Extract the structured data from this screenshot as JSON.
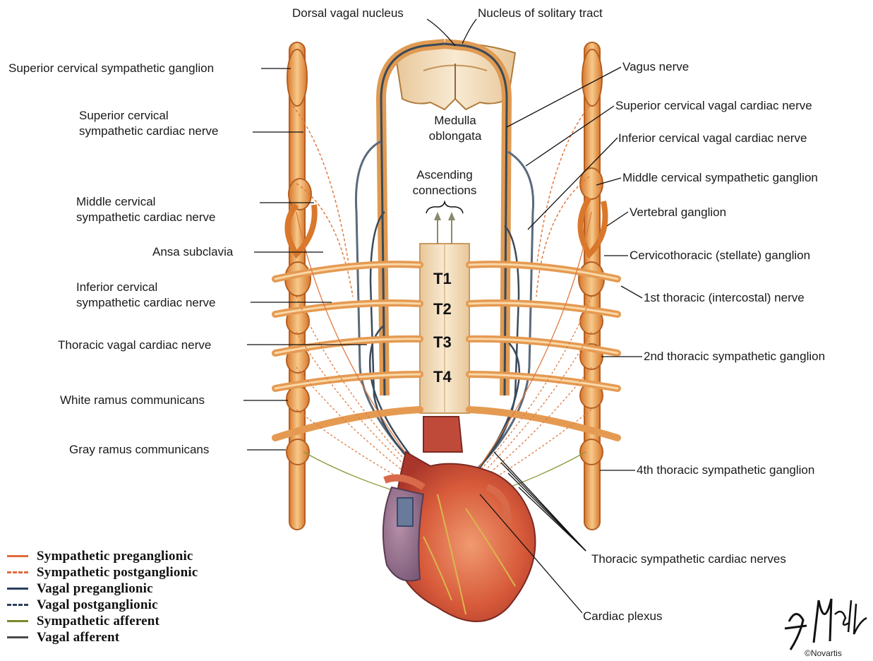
{
  "diagram": {
    "labels": {
      "dorsal_vagal_nucleus": "Dorsal vagal nucleus",
      "nucleus_solitary_tract": "Nucleus of solitary tract",
      "superior_cervical_ganglion": "Superior cervical sympathetic ganglion",
      "superior_cervical_cardiac_nerve": "Superior cervical\nsympathetic cardiac nerve",
      "middle_cervical_cardiac_nerve": "Middle cervical\nsympathetic cardiac nerve",
      "ansa_subclavia": "Ansa subclavia",
      "inferior_cervical_cardiac_nerve": "Inferior cervical\nsympathetic cardiac nerve",
      "thoracic_vagal_cardiac_nerve": "Thoracic vagal cardiac nerve",
      "white_ramus": "White ramus communicans",
      "gray_ramus": "Gray ramus communicans",
      "vagus_nerve": "Vagus nerve",
      "superior_cervical_vagal_cardiac_nerve": "Superior cervical vagal cardiac nerve",
      "inferior_cervical_vagal_cardiac_nerve": "Inferior cervical vagal cardiac nerve",
      "middle_cervical_ganglion": "Middle cervical sympathetic ganglion",
      "vertebral_ganglion": "Vertebral ganglion",
      "stellate_ganglion": "Cervicothoracic (stellate) ganglion",
      "first_thoracic_nerve": "1st thoracic (intercostal) nerve",
      "second_thoracic_ganglion": "2nd thoracic sympathetic ganglion",
      "fourth_thoracic_ganglion": "4th thoracic sympathetic ganglion",
      "thoracic_sympathetic_cardiac_nerves": "Thoracic sympathetic cardiac nerves",
      "cardiac_plexus": "Cardiac plexus",
      "medulla": "Medulla\noblongata",
      "ascending": "Ascending\nconnections"
    },
    "segments": [
      "T1",
      "T2",
      "T3",
      "T4"
    ]
  },
  "legend": [
    {
      "label": "Sympathetic preganglionic",
      "color": "#e06a3a",
      "style": "solid"
    },
    {
      "label": "Sympathetic postganglionic",
      "color": "#e06a3a",
      "style": "dashed"
    },
    {
      "label": "Vagal preganglionic",
      "color": "#2b3f5c",
      "style": "solid"
    },
    {
      "label": "Vagal postganglionic",
      "color": "#2b3f5c",
      "style": "dashed"
    },
    {
      "label": "Sympathetic afferent",
      "color": "#7a8a2a",
      "style": "solid"
    },
    {
      "label": "Vagal afferent",
      "color": "#4a4a4a",
      "style": "solid"
    }
  ],
  "signature": {
    "text": "F. Netter",
    "copyright": "©Novartis"
  },
  "colors": {
    "nerve_orange": "#e8a050",
    "nerve_light": "#f6cf96",
    "nerve_dark": "#c96a28",
    "heart_red": "#c8452e",
    "vagal_dark": "#3a4a5a",
    "spinal_cream": "#f2dfc0"
  }
}
